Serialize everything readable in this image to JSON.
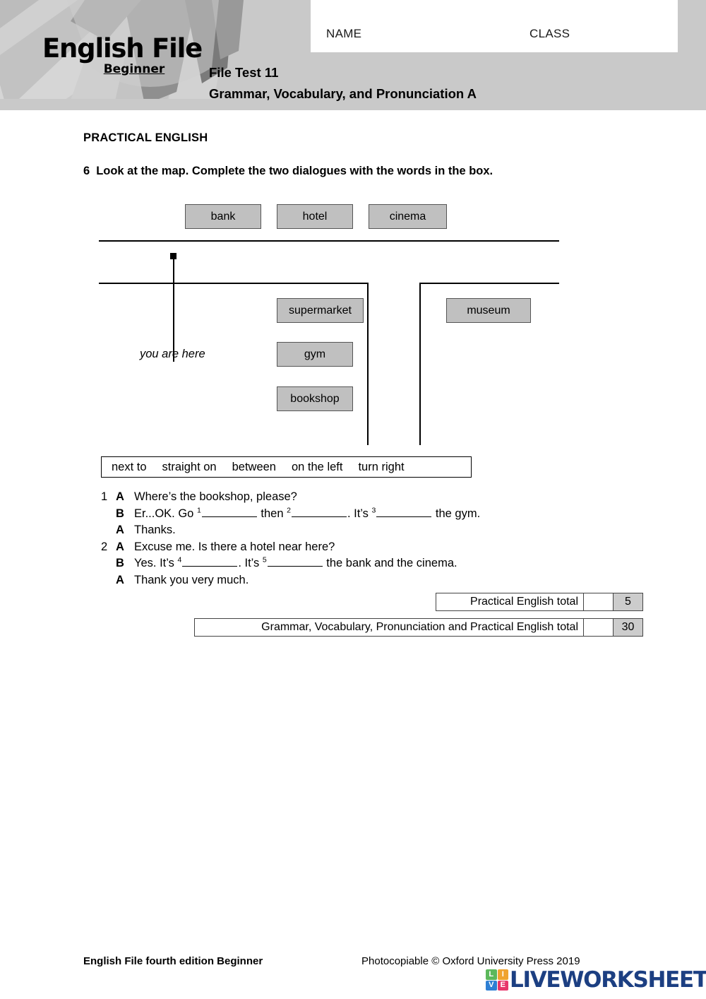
{
  "header": {
    "logo_title": "English File",
    "logo_subtitle": "Beginner",
    "name_label": "NAME",
    "class_label": "CLASS",
    "test_line": "File Test   11",
    "subject_line": "Grammar, Vocabulary, and Pronunciation   A"
  },
  "section": {
    "heading": "PRACTICAL ENGLISH",
    "question_number": "6",
    "question_text": "Look at the map. Complete the two dialogues with the words in the box."
  },
  "map": {
    "caption": "you are here",
    "top_places": [
      {
        "label": "bank"
      },
      {
        "label": "hotel"
      },
      {
        "label": "cinema"
      }
    ],
    "middle_places": [
      {
        "label": "supermarket"
      },
      {
        "label": "gym"
      },
      {
        "label": "bookshop"
      }
    ],
    "right_places": [
      {
        "label": "museum"
      }
    ]
  },
  "word_bank": [
    "next to",
    "straight on",
    "between",
    "on the left",
    "turn right"
  ],
  "dialogues": [
    {
      "number": "1",
      "lines": [
        {
          "speaker": "A",
          "parts": [
            {
              "type": "text",
              "value": "Where’s the bookshop, please?"
            }
          ]
        },
        {
          "speaker": "B",
          "parts": [
            {
              "type": "text",
              "value": "Er...OK. Go "
            },
            {
              "type": "sup",
              "value": "1"
            },
            {
              "type": "blank"
            },
            {
              "type": "text",
              "value": " then "
            },
            {
              "type": "sup",
              "value": "2"
            },
            {
              "type": "blank"
            },
            {
              "type": "text",
              "value": ". It’s "
            },
            {
              "type": "sup",
              "value": "3"
            },
            {
              "type": "blank"
            },
            {
              "type": "text",
              "value": " the gym."
            }
          ]
        },
        {
          "speaker": "A",
          "parts": [
            {
              "type": "text",
              "value": "Thanks."
            }
          ]
        }
      ]
    },
    {
      "number": "2",
      "lines": [
        {
          "speaker": "A",
          "parts": [
            {
              "type": "text",
              "value": "Excuse me. Is there a hotel near here?"
            }
          ]
        },
        {
          "speaker": "B",
          "parts": [
            {
              "type": "text",
              "value": "Yes. It’s "
            },
            {
              "type": "sup",
              "value": "4"
            },
            {
              "type": "blank"
            },
            {
              "type": "text",
              "value": ". It’s "
            },
            {
              "type": "sup",
              "value": "5"
            },
            {
              "type": "blank"
            },
            {
              "type": "text",
              "value": " the bank and the cinema."
            }
          ]
        },
        {
          "speaker": "A",
          "parts": [
            {
              "type": "text",
              "value": "Thank you very much."
            }
          ]
        }
      ]
    }
  ],
  "totals": {
    "practical": {
      "label": "Practical English total",
      "score": "5"
    },
    "overall": {
      "label": "Grammar, Vocabulary, Pronunciation and Practical English total",
      "score": "30"
    }
  },
  "footer": {
    "left": "English File fourth edition Beginner",
    "center": "Photocopiable © Oxford University Press 2019",
    "logo_word": "LIVEWORKSHEETS",
    "logo_cells": [
      {
        "letter": "L",
        "color": "#5cb85c"
      },
      {
        "letter": "I",
        "color": "#f0a32e"
      },
      {
        "letter": "V",
        "color": "#2e7fd4"
      },
      {
        "letter": "E",
        "color": "#e8366b"
      }
    ]
  },
  "colors": {
    "header_bg": "#c9c9c9",
    "place_box": "#c0c0c0",
    "score_cell": "#cccccc",
    "logo_blue": "#1c3f82"
  }
}
